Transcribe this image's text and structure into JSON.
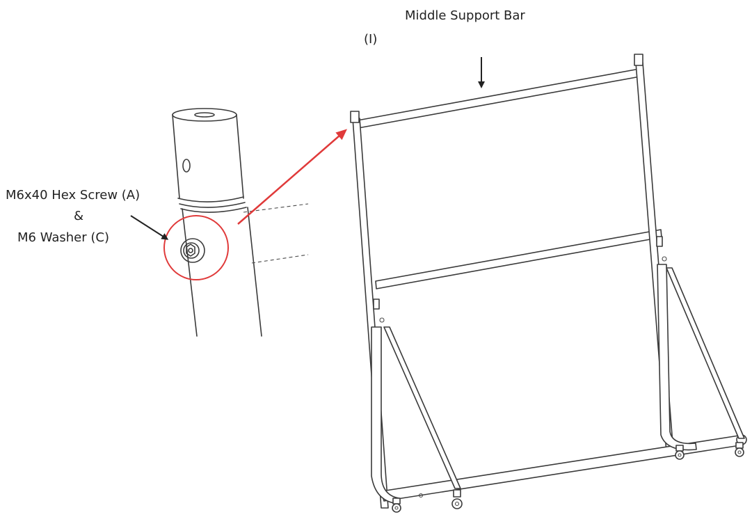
{
  "labels": {
    "title": "Middle Support Bar",
    "part_code": "(I)",
    "screw": "M6x40 Hex Screw (A)",
    "ampersand": "&",
    "washer": "M6 Washer (C)"
  },
  "colors": {
    "line": "#3a3a3a",
    "highlight": "#e03a3a",
    "text": "#222222"
  }
}
